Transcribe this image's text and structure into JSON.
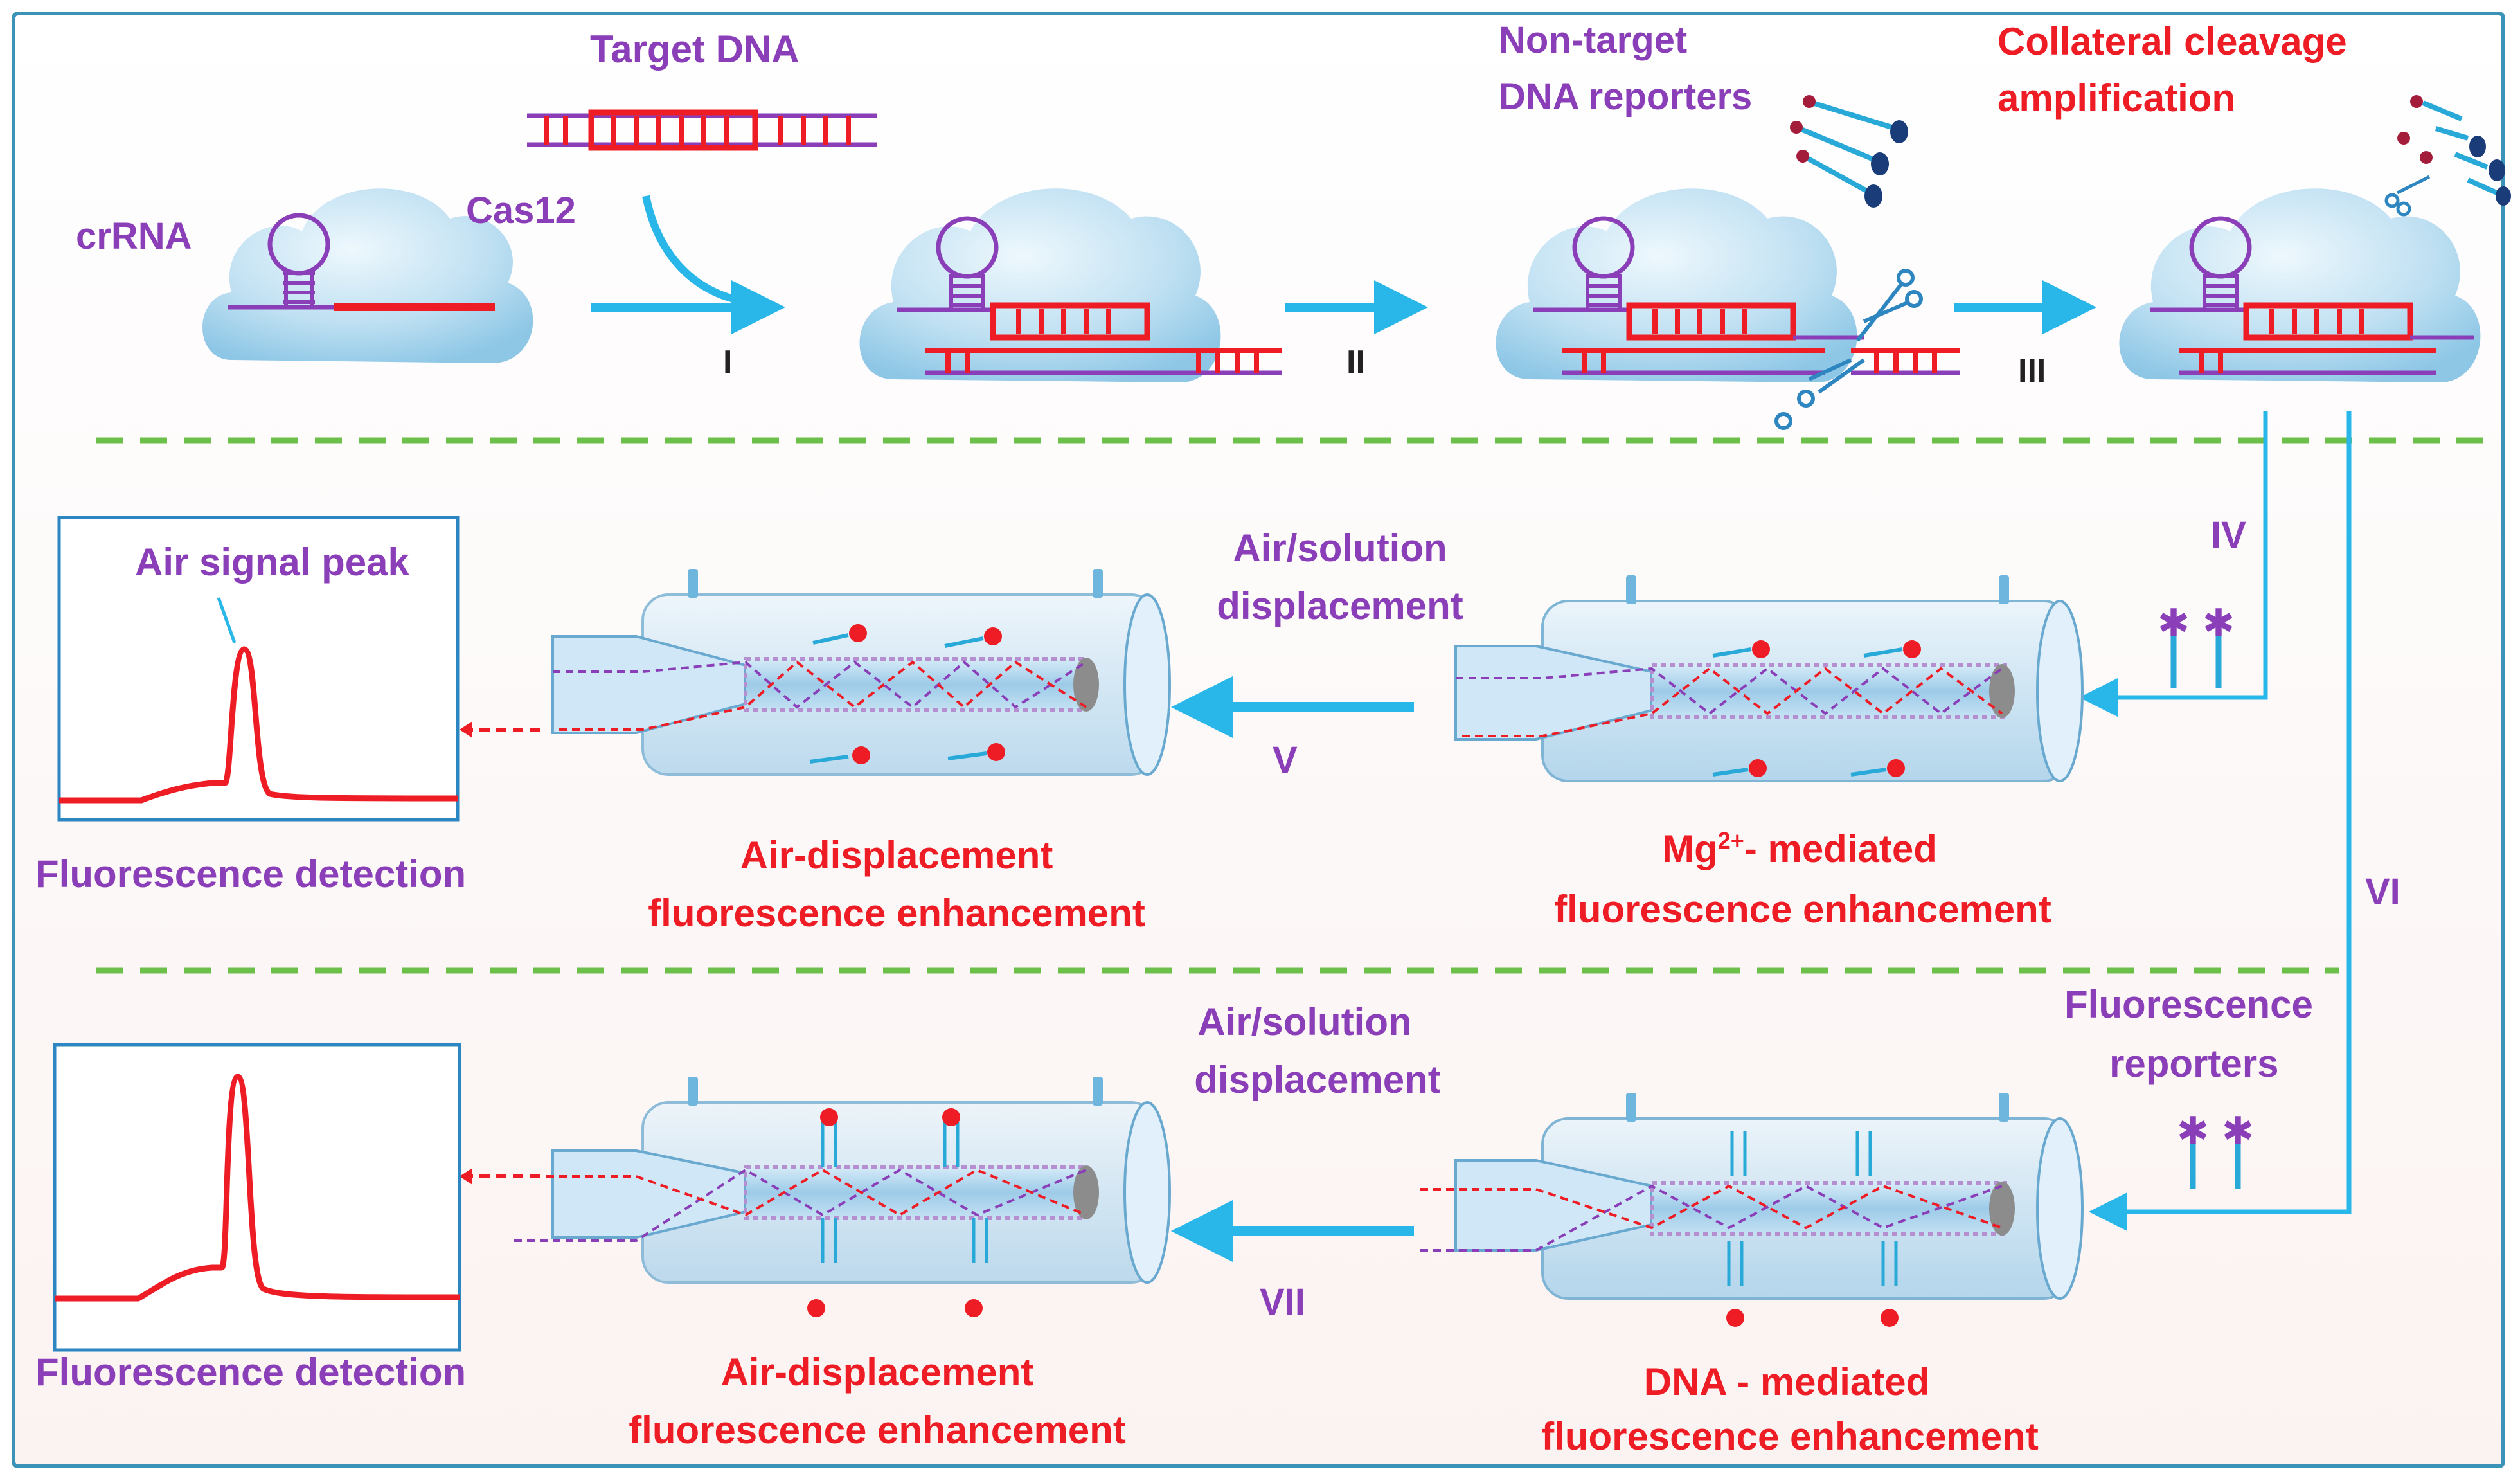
{
  "top": {
    "target_dna": "Target DNA",
    "crrna": "crRNA",
    "cas12": "Cas12",
    "non_target_line1": "Non-target",
    "non_target_line2": "DNA reporters",
    "collateral_line1": "Collateral cleavage",
    "collateral_line2": "amplification",
    "step_1": "I",
    "step_2": "II",
    "step_3": "III"
  },
  "middle": {
    "step_4": "IV",
    "step_5": "V",
    "step_6": "VI",
    "air_signal_peak": "Air signal peak",
    "fluorescence_detection": "Fluorescence detection",
    "displacement_line1": "Air/solution",
    "displacement_line2": "displacement",
    "air_caption_line1": "Air-displacement",
    "air_caption_line2": "fluorescence enhancement",
    "mg_caption_prefix": "Mg",
    "mg_caption_sup": "2+",
    "mg_caption_suffix": "- mediated",
    "mg_caption_line2": "fluorescence enhancement"
  },
  "bottom": {
    "step_7": "VII",
    "fluorescence_detection": "Fluorescence detection",
    "displacement_line1": "Air/solution",
    "displacement_line2": "displacement",
    "reporters_line1": "Fluorescence",
    "reporters_line2": "reporters",
    "air_caption_line1": "Air-displacement",
    "air_caption_line2": "fluorescence enhancement",
    "dna_caption_line1": "DNA - mediated",
    "dna_caption_line2": "fluorescence enhancement"
  },
  "colors": {
    "frame": "#3c93b8",
    "arrow": "#29b6e8",
    "purple_text": "#8a3fb8",
    "red_text": "#ee1c24",
    "dna_red": "#ee1c24",
    "divider": "#6cc04a"
  }
}
